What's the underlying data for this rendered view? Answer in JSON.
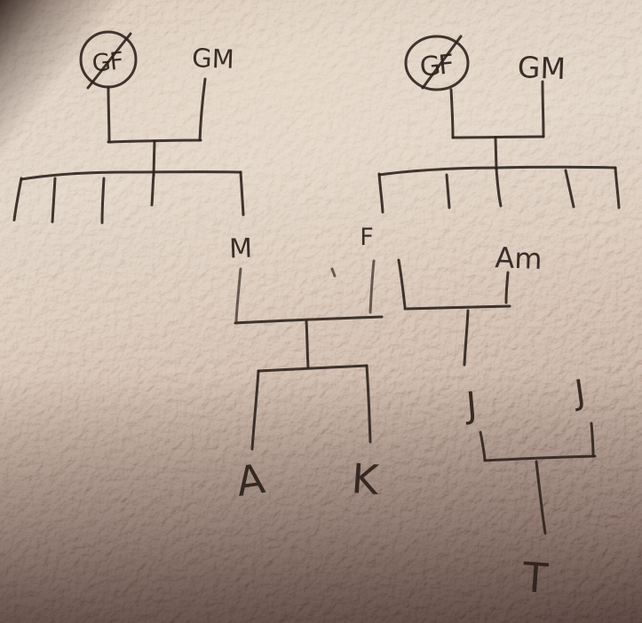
{
  "meta": {
    "title": "Hand-drawn family tree sketched in pen on rough textured paper",
    "diagram_type": "family-tree",
    "notation": {
      "crossed_circle": "circle with slash around GF on both sides",
      "generations": 4
    },
    "colors": {
      "ink": "#2e231d",
      "paper_light": "#d4c3b2",
      "paper_mid": "#b59c8b",
      "paper_dark": "#6e564e"
    }
  },
  "tree": {
    "labels": {
      "gf_left": "GF",
      "gm_left": "GM",
      "gf_right": "GF",
      "gm_right": "GM",
      "m": "M",
      "f": "F",
      "am": "Am",
      "a": "A",
      "k": "K",
      "j_left": "J",
      "j_right": "J",
      "t": "T"
    },
    "left_family_children_count": 5,
    "right_family_children_count": 5
  }
}
